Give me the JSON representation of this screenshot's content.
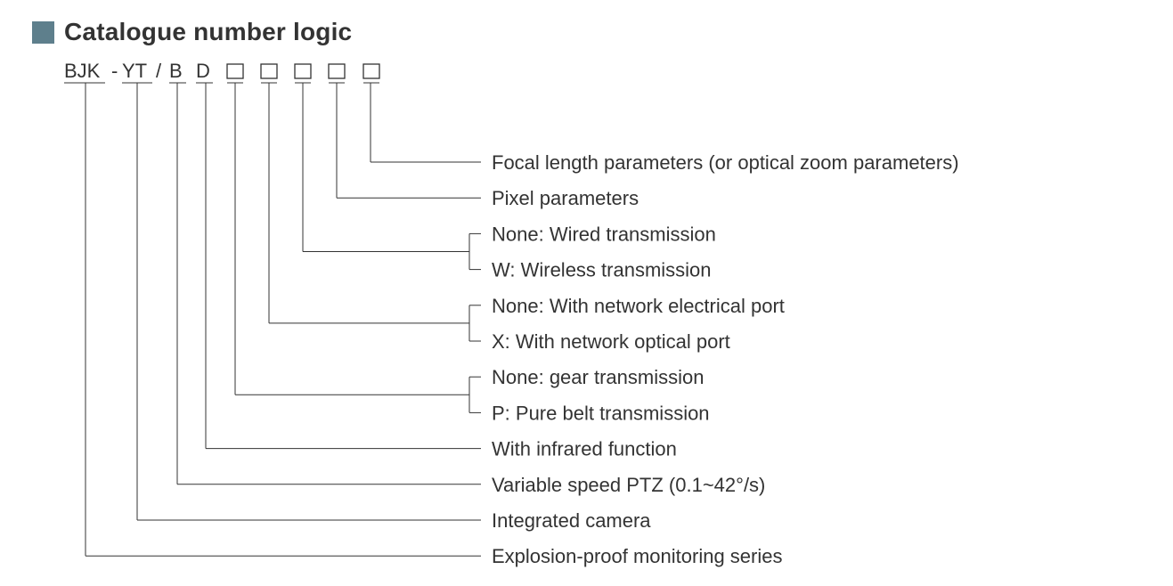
{
  "colors": {
    "accent": "#5e7f8c",
    "text": "#333333"
  },
  "heading": {
    "title": "Catalogue number logic",
    "icon": "square-marker-icon"
  },
  "code": {
    "segments": [
      {
        "text": "BJK",
        "kind": "text"
      },
      {
        "text": "-",
        "kind": "sep"
      },
      {
        "text": "YT",
        "kind": "text"
      },
      {
        "text": "/",
        "kind": "sep"
      },
      {
        "text": "B",
        "kind": "text"
      },
      {
        "text": "D",
        "kind": "text"
      },
      {
        "text": "",
        "kind": "box"
      },
      {
        "text": "",
        "kind": "box"
      },
      {
        "text": "",
        "kind": "box"
      },
      {
        "text": "",
        "kind": "box"
      },
      {
        "text": "",
        "kind": "box"
      }
    ]
  },
  "groups": [
    {
      "segment": 10,
      "labels": [
        "Focal length parameters (or optical zoom parameters)"
      ]
    },
    {
      "segment": 9,
      "labels": [
        "Pixel parameters"
      ]
    },
    {
      "segment": 8,
      "labels": [
        "None: Wired transmission",
        "W: Wireless transmission"
      ]
    },
    {
      "segment": 7,
      "labels": [
        "None: With network electrical port",
        "X: With network optical port"
      ]
    },
    {
      "segment": 6,
      "labels": [
        "None: gear transmission",
        "P: Pure belt transmission"
      ]
    },
    {
      "segment": 5,
      "labels": [
        "With infrared function"
      ]
    },
    {
      "segment": 4,
      "labels": [
        "Variable speed PTZ (0.1~42°/s)"
      ]
    },
    {
      "segment": 2,
      "labels": [
        "Integrated camera"
      ]
    },
    {
      "segment": 0,
      "labels": [
        "Explosion-proof monitoring series"
      ]
    }
  ]
}
